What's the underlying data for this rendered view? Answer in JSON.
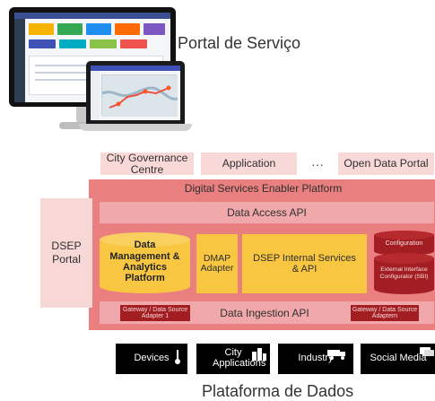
{
  "portal": {
    "label": "Portal de Serviço"
  },
  "diagram": {
    "top_boxes": {
      "city_governance": "City Governance Centre",
      "application": "Application",
      "dots": "···",
      "open_data_portal": "Open Data Portal"
    },
    "platform_title": "Digital Services Enabler Platform",
    "dsep_portal": "DSEP Portal",
    "data_access_api": "Data Access API",
    "data_management": "Data Management & Analytics Platform",
    "dmap_adapter": "DMAP Adapter",
    "internal_services": "DSEP Internal Services & API",
    "configuration": "Configuration",
    "external_interface": "External Interface Configurator (SBI)",
    "data_ingestion_api": "Data Ingestion API",
    "gateway_left": "Gateway / Data Source Adapter 1",
    "gateway_right": "Gateway / Data Source Adaptern",
    "bottom_sources": {
      "devices": "Devices",
      "city_applications": "City Applications",
      "industry": "Industry",
      "social_media": "Social Media"
    }
  },
  "footer": {
    "label": "Plataforma de Dados"
  },
  "colors": {
    "platform_red": "#ea7f80",
    "light_pink": "#f8d7d7",
    "mid_pink": "#f0a8aa",
    "dark_red": "#a21e22",
    "yellow": "#f8c640",
    "black": "#000000"
  },
  "icons": {
    "devices": "thermometer-icon",
    "city_applications": "buildings-icon",
    "industry": "truck-icon",
    "social_media": "chat-icon"
  }
}
